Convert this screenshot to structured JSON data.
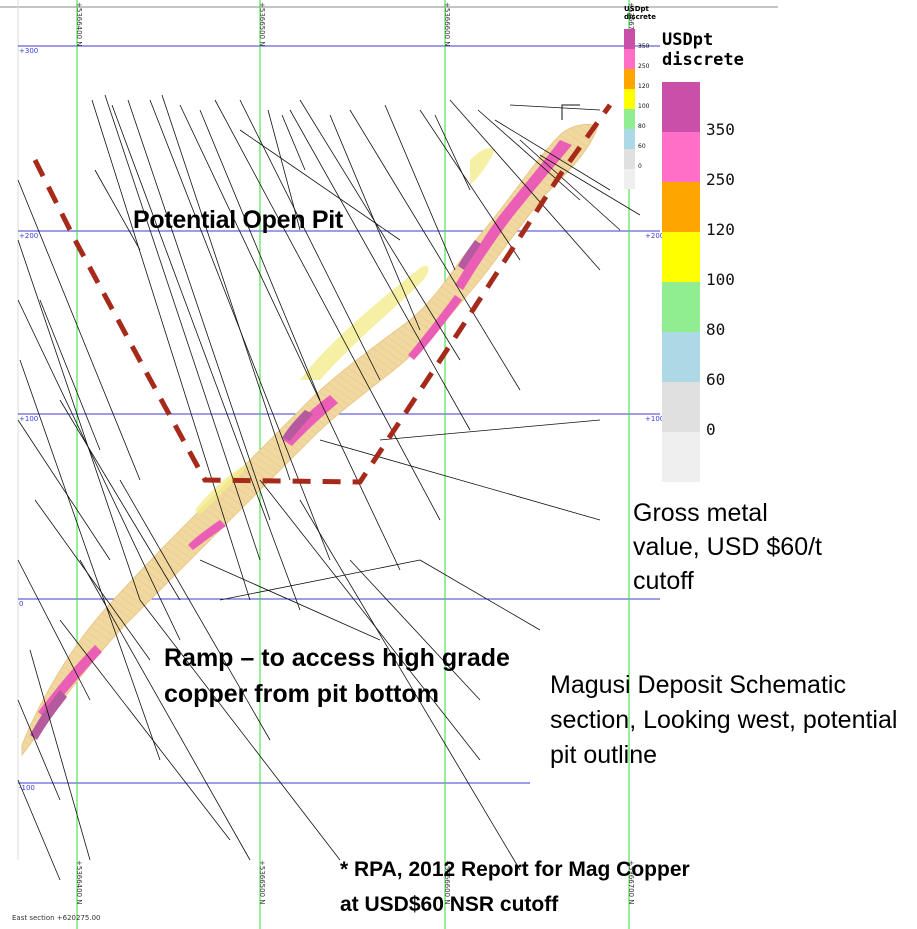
{
  "section": {
    "grid_levels": [
      "+300",
      "+200",
      "+100",
      "0",
      "-100"
    ],
    "northings": [
      "+5366400 N",
      "+5366500 N",
      "+5366600 N",
      "+5366700 N"
    ],
    "east_section": "East section +620275.00"
  },
  "legend": {
    "title_line1": "USDpt",
    "title_line2": "discrete",
    "bins": [
      {
        "label": "350",
        "color": "#c94fa8"
      },
      {
        "label": "250",
        "color": "#ff6ec7"
      },
      {
        "label": "120",
        "color": "#ffa500"
      },
      {
        "label": "100",
        "color": "#ffff00"
      },
      {
        "label": "80",
        "color": "#90ee90"
      },
      {
        "label": "60",
        "color": "#add8e6"
      },
      {
        "label": "0",
        "color": "#e0e0e0"
      },
      {
        "label": "",
        "color": "#efefef"
      }
    ]
  },
  "annotations": {
    "open_pit": "Potential Open Pit",
    "ramp": "Ramp – to access  high grade copper from pit bottom",
    "gross_value": "Gross metal value, USD $60/t cutoff",
    "deposit": "Magusi Deposit Schematic section, Looking west, potential pit outline",
    "source_line1": "* RPA, 2012 Report for Mag Copper",
    "source_line2": "at USD$60 NSR cutoff"
  },
  "colors": {
    "grid_level": "#3b3bd6",
    "northing_line": "#33dd33",
    "pit_outline": "#a52a1a",
    "orebody_base": "#f1d8a0",
    "orebody_yellow": "#f2ec8c",
    "high_grade": "#ea5fb5",
    "very_high_grade": "#b65aa0"
  }
}
